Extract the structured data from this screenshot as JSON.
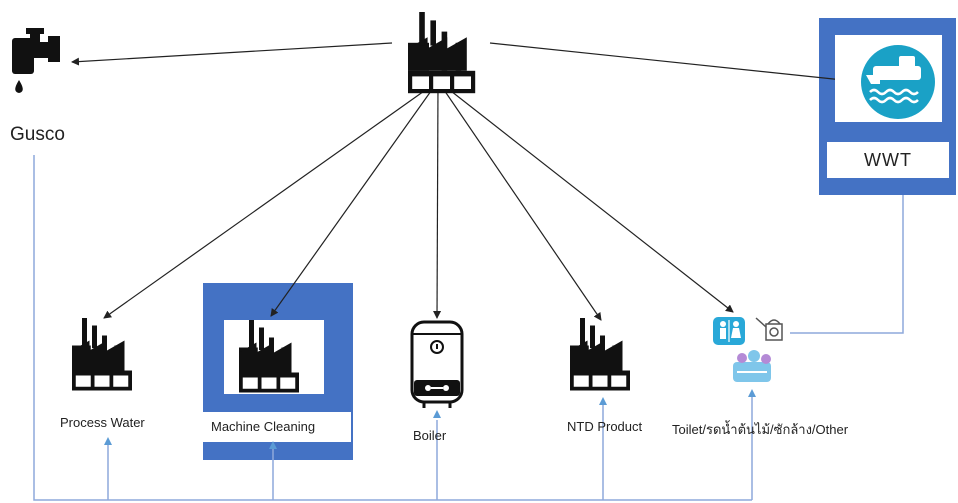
{
  "nodes": {
    "gusco": {
      "label": "Gusco",
      "icon": "water-tap-icon"
    },
    "source": {
      "icon": "factory-icon"
    },
    "wwt": {
      "label": "WWT",
      "icon": "wastewater-treatment-icon"
    },
    "process_water": {
      "label": "Process Water",
      "icon": "factory-icon"
    },
    "machine_cleaning": {
      "label": "Machine Cleaning",
      "icon": "factory-icon"
    },
    "boiler": {
      "label": "Boiler",
      "icon": "boiler-icon"
    },
    "ntd_product": {
      "label": "NTD Product",
      "icon": "factory-icon"
    },
    "toilet_other": {
      "label": "Toilet/รดน้ำต้นไม้/ซักล้าง/Other",
      "icon": "restroom-icon"
    }
  },
  "colors": {
    "box_blue": "#4472c4",
    "line_blue": "#8ea9db",
    "arrow_blue": "#5b9bd5",
    "icon_black": "#111111",
    "wwt_teal": "#1aa1c6",
    "toilet_teal": "#29a8d8"
  }
}
